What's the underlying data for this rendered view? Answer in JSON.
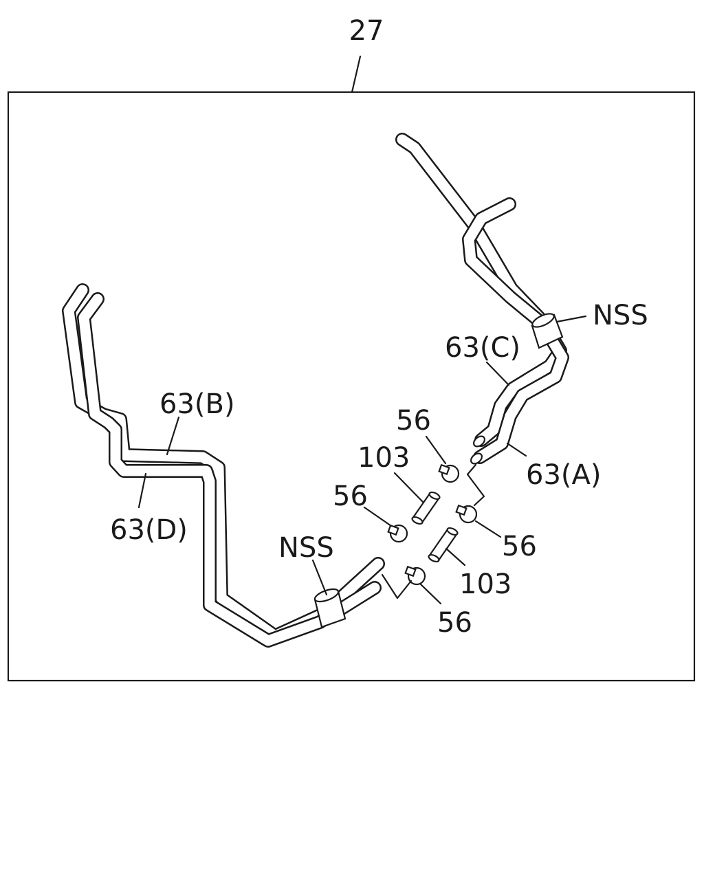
{
  "assembly": {
    "ref": "27"
  },
  "callouts": {
    "nss_upper": "NSS",
    "nss_lower": "NSS",
    "hose_a": "63(A)",
    "hose_b": "63(B)",
    "hose_c": "63(C)",
    "hose_d": "63(D)",
    "clamp_1": "56",
    "clamp_2": "56",
    "clamp_3": "56",
    "clamp_4": "56",
    "pipe_1": "103",
    "pipe_2": "103"
  }
}
